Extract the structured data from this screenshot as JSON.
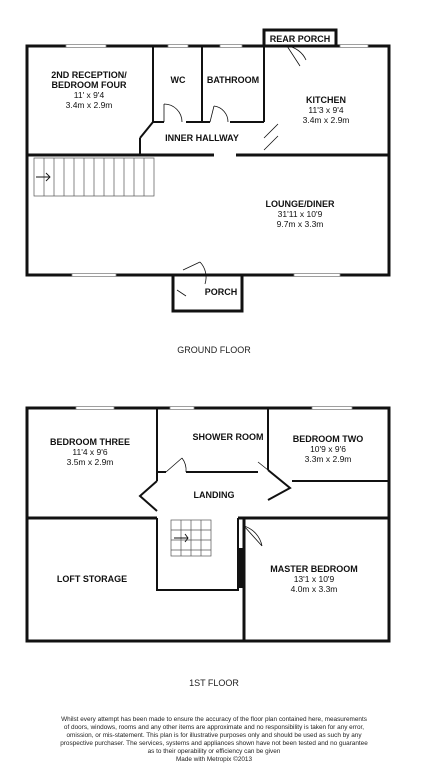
{
  "ground_floor": {
    "caption": "GROUND FLOOR",
    "rooms": [
      {
        "id": "reception",
        "name_lines": [
          "2ND RECEPTION/",
          "BEDROOM FOUR"
        ],
        "imperial": "11' x 9'4",
        "metric": "3.4m x 2.9m"
      },
      {
        "id": "wc",
        "name_lines": [
          "WC"
        ],
        "imperial": "",
        "metric": ""
      },
      {
        "id": "bathroom",
        "name_lines": [
          "BATHROOM"
        ],
        "imperial": "",
        "metric": ""
      },
      {
        "id": "rear-porch",
        "name_lines": [
          "REAR PORCH"
        ],
        "imperial": "",
        "metric": ""
      },
      {
        "id": "kitchen",
        "name_lines": [
          "KITCHEN"
        ],
        "imperial": "11'3 x 9'4",
        "metric": "3.4m x 2.9m"
      },
      {
        "id": "inner-hallway",
        "name_lines": [
          "INNER HALLWAY"
        ],
        "imperial": "",
        "metric": ""
      },
      {
        "id": "lounge",
        "name_lines": [
          "LOUNGE/DINER"
        ],
        "imperial": "31'11 x 10'9",
        "metric": "9.7m x 3.3m"
      },
      {
        "id": "porch",
        "name_lines": [
          "PORCH"
        ],
        "imperial": "",
        "metric": ""
      }
    ]
  },
  "first_floor": {
    "caption": "1ST FLOOR",
    "rooms": [
      {
        "id": "bedroom-three",
        "name_lines": [
          "BEDROOM THREE"
        ],
        "imperial": "11'4 x 9'6",
        "metric": "3.5m x 2.9m"
      },
      {
        "id": "shower-room",
        "name_lines": [
          "SHOWER ROOM"
        ],
        "imperial": "",
        "metric": ""
      },
      {
        "id": "bedroom-two",
        "name_lines": [
          "BEDROOM TWO"
        ],
        "imperial": "10'9 x 9'6",
        "metric": "3.3m x 2.9m"
      },
      {
        "id": "landing",
        "name_lines": [
          "LANDING"
        ],
        "imperial": "",
        "metric": ""
      },
      {
        "id": "loft-storage",
        "name_lines": [
          "LOFT STORAGE"
        ],
        "imperial": "",
        "metric": ""
      },
      {
        "id": "master-bedroom",
        "name_lines": [
          "MASTER BEDROOM"
        ],
        "imperial": "13'1 x 10'9",
        "metric": "4.0m x 3.3m"
      }
    ]
  },
  "disclaimer": [
    "Whilst every attempt has been made to ensure the accuracy of the floor plan contained here, measurements",
    "of doors, windows, rooms and any other items are approximate and no responsibility is taken for any error,",
    "omission, or mis-statement. This plan is for illustrative purposes only and should be used as such by any",
    "prospective purchaser. The services, systems and appliances shown have not been tested and no guarantee",
    "as to their operability or efficiency can be given",
    "Made with Metropix ©2013"
  ]
}
